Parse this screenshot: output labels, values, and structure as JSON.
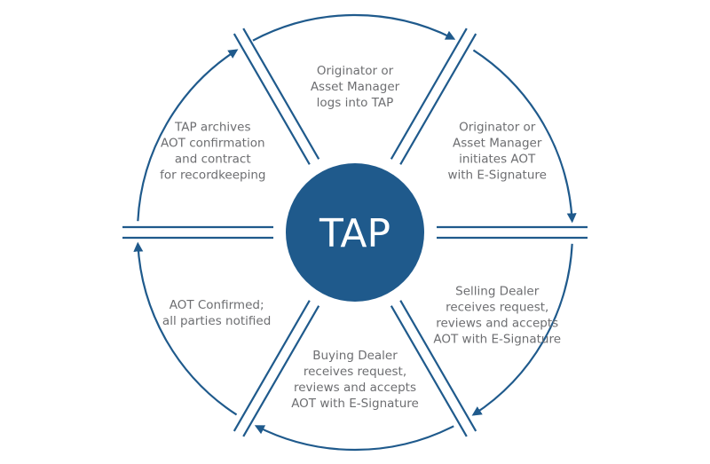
{
  "center": {
    "label": "TAP"
  },
  "steps": [
    {
      "lines": [
        "Originator or",
        "Asset Manager",
        "logs into TAP"
      ]
    },
    {
      "lines": [
        "Originator or",
        "Asset Manager",
        "initiates AOT",
        "with E-Signature"
      ]
    },
    {
      "lines": [
        "Selling Dealer",
        "receives request,",
        "reviews and accepts",
        "AOT with E-Signature"
      ]
    },
    {
      "lines": [
        "Buying Dealer",
        "receives request,",
        "reviews and accepts",
        "AOT with E-Signature"
      ]
    },
    {
      "lines": [
        "AOT Confirmed;",
        "all parties notified"
      ]
    },
    {
      "lines": [
        "TAP archives",
        "AOT confirmation",
        "and contract",
        "for recordkeeping"
      ]
    }
  ],
  "colors": {
    "accent": "#1f5a8c",
    "text": "#6d6e71",
    "background": "#ffffff"
  }
}
